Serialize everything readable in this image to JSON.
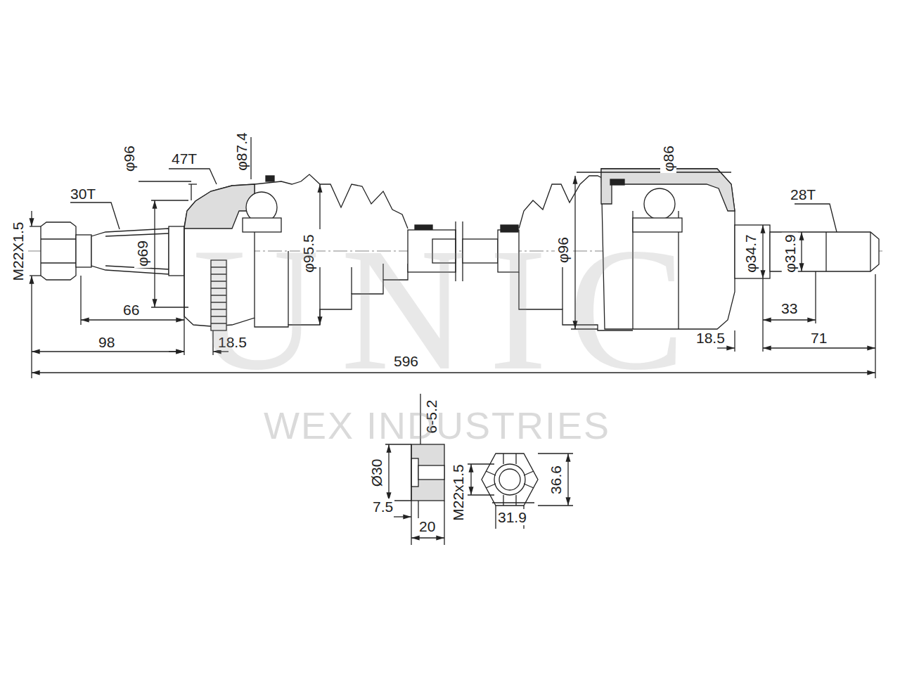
{
  "diagram": {
    "labels": [
      "M22X1.5",
      "30T",
      "φ96",
      "47T",
      "φ87.4",
      "φ69",
      "66",
      "98",
      "18.5",
      "φ95.5",
      "596",
      "φ96",
      "φ86",
      "28T",
      "φ34.7",
      "φ31.9",
      "33",
      "18.5",
      "71",
      "6-5.2",
      "Ø30",
      "7.5",
      "20",
      "M22x1.5",
      "31.9",
      "36.6",
      "UNIC",
      "WEX INDUSTRIES"
    ]
  }
}
